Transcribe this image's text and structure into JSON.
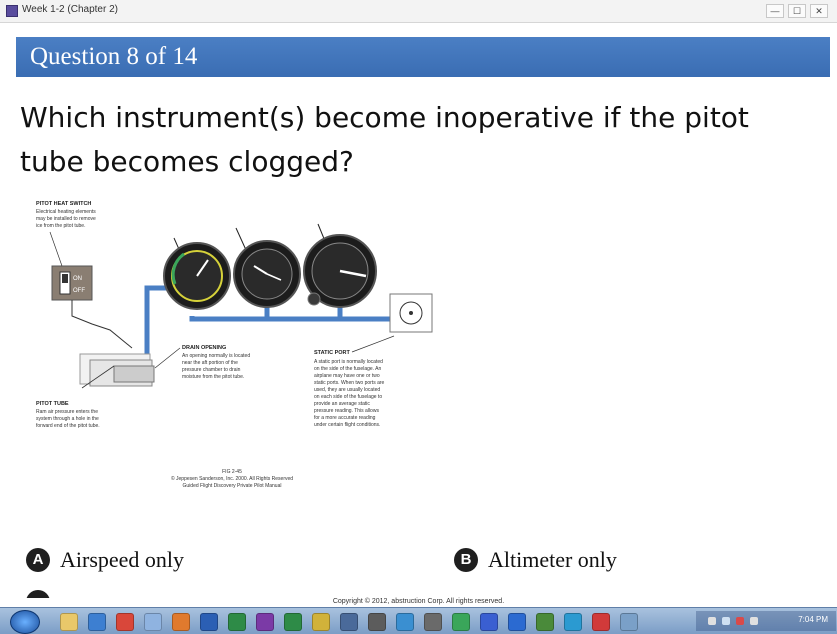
{
  "window": {
    "title": "Week 1-2 (Chapter 2)",
    "controls": [
      "—",
      "☐",
      "✕"
    ]
  },
  "header": {
    "question_number": "Question 8 of 14"
  },
  "question": {
    "text": "Which instrument(s) become inoperative if the pitot tube becomes clogged?"
  },
  "diagram": {
    "pitot_heat_switch": {
      "title": "PITOT HEAT SWITCH",
      "lines": [
        "Electrical heating elements",
        "may be installed to remove",
        "ice from the pitot tube."
      ],
      "on": "ON",
      "off": "OFF"
    },
    "drain_opening": {
      "title": "DRAIN OPENING",
      "lines": [
        "An opening normally is located",
        "near the aft portion of the",
        "pressure chamber to drain",
        "moisture from the pitot tube."
      ]
    },
    "static_port": {
      "title": "STATIC PORT",
      "lines": [
        "A static port is normally located",
        "on the side of the fuselage. An",
        "airplane may have one or two",
        "static ports. When two ports are",
        "used, they are usually located",
        "on each side of the fuselage to",
        "provide an average static",
        "pressure reading. This allows",
        "for a more accurate reading",
        "under certain flight conditions."
      ]
    },
    "pitot_tube": {
      "title": "PITOT TUBE",
      "lines": [
        "Ram air pressure enters the",
        "system through a hole in the",
        "forward end of the pitot tube."
      ]
    },
    "figure_credit": [
      "FIG 2-45",
      "© Jeppesen Sanderson, Inc. 2000. All Rights Reserved",
      "Guided Flight Discovery Private Pilot Manual"
    ]
  },
  "answers": [
    {
      "letter": "A",
      "text": "Airspeed only"
    },
    {
      "letter": "B",
      "text": "Altimeter only"
    }
  ],
  "footer": {
    "copyright": "Copyright © 2012, abstruction Corp. All rights reserved."
  },
  "taskbar": {
    "clock": "7:04 PM",
    "icons": [
      {
        "name": "folder-icon",
        "color": "#e9c86a"
      },
      {
        "name": "media-icon",
        "color": "#3d7fd1"
      },
      {
        "name": "chrome-icon",
        "color": "#d9473a"
      },
      {
        "name": "window-icon",
        "color": "#8fb3e0"
      },
      {
        "name": "presentation-icon",
        "color": "#e07a2e"
      },
      {
        "name": "word-icon",
        "color": "#2b5fb4"
      },
      {
        "name": "excel-icon",
        "color": "#2e8b47"
      },
      {
        "name": "onenote-icon",
        "color": "#7b3aa6"
      },
      {
        "name": "excel2-icon",
        "color": "#2e8b47"
      },
      {
        "name": "mail-icon",
        "color": "#d1b23a"
      },
      {
        "name": "gear-icon",
        "color": "#4a6a9a"
      },
      {
        "name": "calculator-icon",
        "color": "#5c5c5c"
      },
      {
        "name": "paint-icon",
        "color": "#3a8fd1"
      },
      {
        "name": "photo-icon",
        "color": "#6a6a6a"
      },
      {
        "name": "chat-icon",
        "color": "#3aa65a"
      },
      {
        "name": "network-icon",
        "color": "#3a5fd1"
      },
      {
        "name": "dropbox-icon",
        "color": "#2b6ad1"
      },
      {
        "name": "app-icon-2",
        "color": "#4a8a3a"
      },
      {
        "name": "app-icon-3",
        "color": "#2b9ad1"
      },
      {
        "name": "app-icon-4",
        "color": "#d13a3a"
      },
      {
        "name": "app-icon-5",
        "color": "#7aa0c8"
      }
    ]
  },
  "colors": {
    "header_blue": "#3a6db3",
    "tube_blue": "#4a7fc4"
  }
}
